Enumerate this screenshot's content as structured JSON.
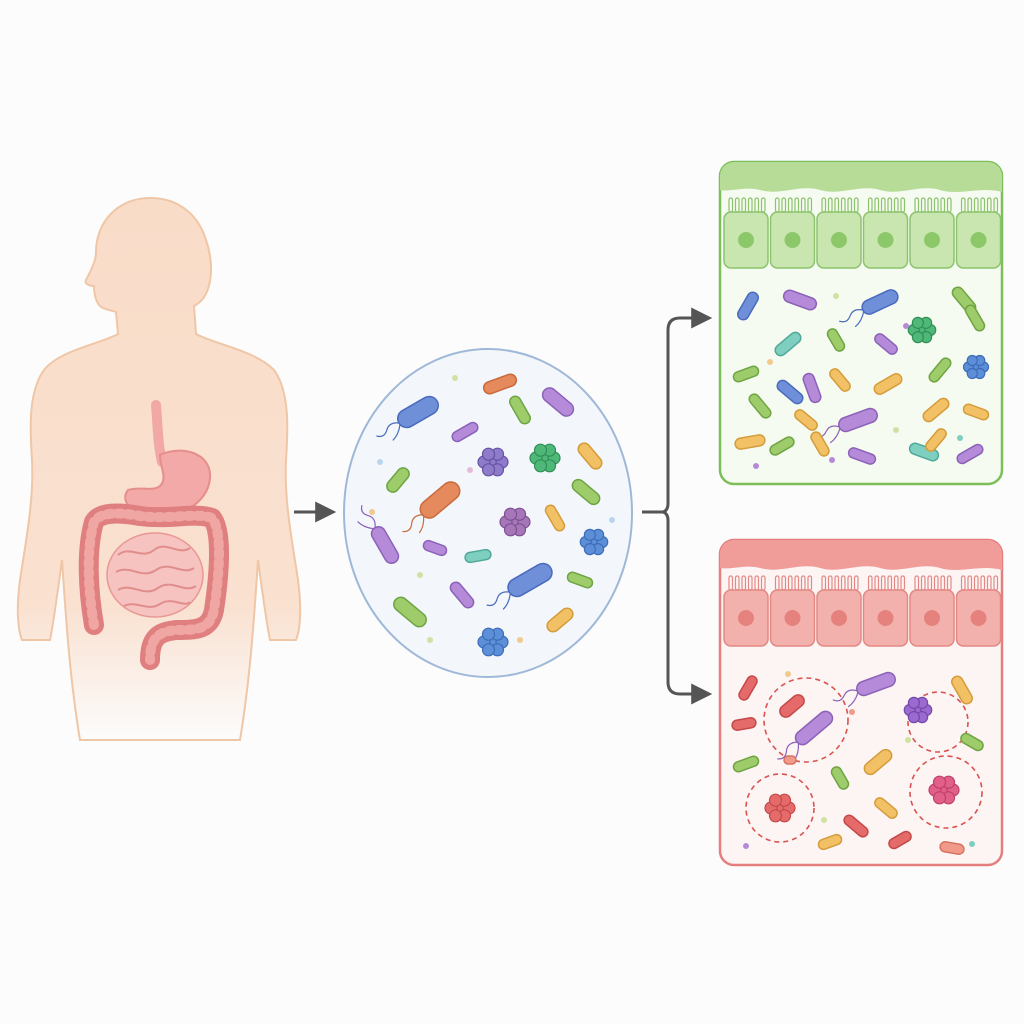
{
  "diagram": {
    "colors": {
      "background": "#fcfcfc",
      "skin": "#f9dcc8",
      "skin_outline": "#efc6a6",
      "organ": "#e98a8a",
      "organ_light": "#f3b8b4",
      "arrow": "#555555",
      "microbiome_border": "#9fb8d8",
      "microbiome_fill": "#f3f7fc",
      "healthy_border": "#7cbf5a",
      "healthy_tissue": "#c9e6b1",
      "healthy_fill": "#f6fbf1",
      "disease_border": "#e57f7f",
      "disease_tissue": "#f3b1ad",
      "disease_fill": "#fdf4f4",
      "infection_ring": "#d9534f"
    },
    "panels": [
      {
        "id": "human-body",
        "icon": "human-body-icon"
      },
      {
        "id": "gut-microbiome-sample",
        "icon": "bacteria-circle-icon"
      },
      {
        "id": "healthy-gut",
        "icon": "healthy-epithelium-icon"
      },
      {
        "id": "dysbiotic-gut",
        "icon": "inflamed-epithelium-icon"
      }
    ],
    "connectors": [
      {
        "from": "human-body",
        "to": "gut-microbiome-sample"
      },
      {
        "from": "gut-microbiome-sample",
        "to": "healthy-gut"
      },
      {
        "from": "gut-microbiome-sample",
        "to": "dysbiotic-gut"
      }
    ]
  }
}
